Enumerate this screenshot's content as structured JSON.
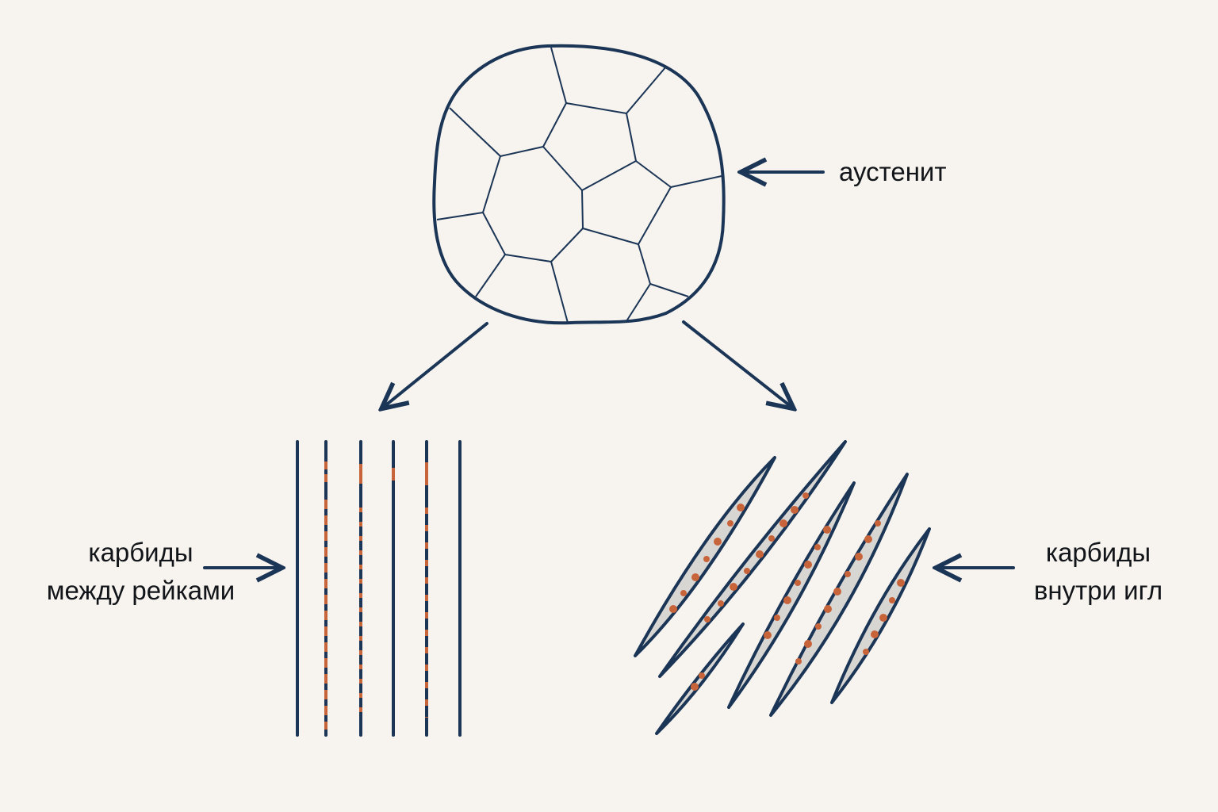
{
  "colors": {
    "background": "#f7f3ee",
    "outline": "#1b3556",
    "carbide": "#c8643a",
    "needle_fill": "#d8d6d3",
    "text": "#111418"
  },
  "labels": {
    "austenite": "аустенит",
    "left_line1": "карбиды",
    "left_line2": "между рейками",
    "right_line1": "карбиды",
    "right_line2": "внутри игл"
  }
}
